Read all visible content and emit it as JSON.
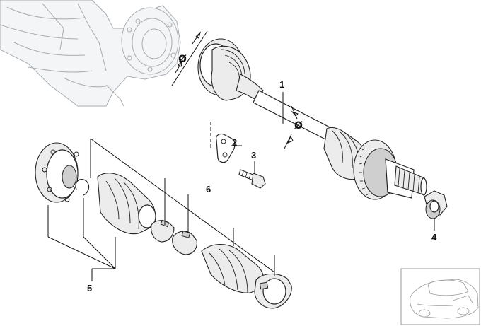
{
  "callouts": {
    "c1": "1",
    "c2": "2",
    "c3": "3",
    "c4": "4",
    "c5": "5",
    "c6": "6"
  },
  "diameter_symbol_1": "Ø",
  "diameter_symbol_2": "Ø",
  "parts": [
    "drive-shaft",
    "retaining-clip",
    "bolt",
    "collar-nut",
    "joint-repair-kit",
    "boot-repair-kit"
  ]
}
